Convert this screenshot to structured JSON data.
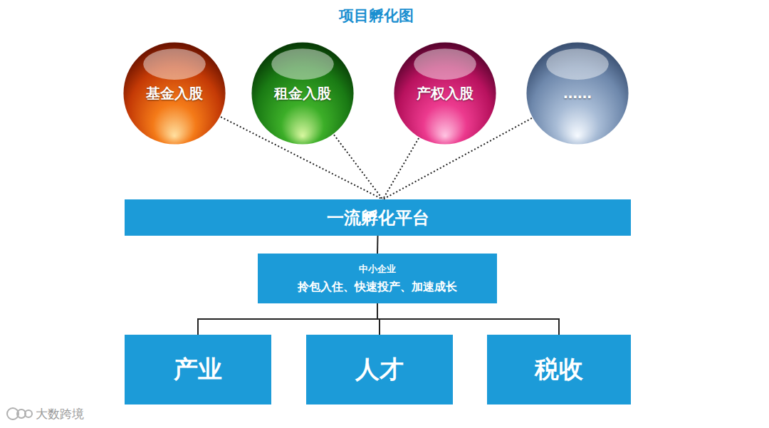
{
  "diagram": {
    "title": "项目孵化图",
    "nodes": [
      {
        "text": [
          "基金入股"
        ]
      },
      {
        "text": [
          "租金入股"
        ]
      },
      {
        "text": [
          "产权入股"
        ]
      },
      {
        "text": [
          "……"
        ]
      },
      {
        "text": [
          "一流孵化平台"
        ]
      },
      {
        "text": [
          "中小企业",
          "拎包入住、快速投产、加速成长"
        ]
      },
      {
        "text": [
          "产业"
        ]
      },
      {
        "text": [
          "人才"
        ]
      },
      {
        "text": [
          "税收"
        ]
      }
    ],
    "edges": [
      {
        "from": 0,
        "to": 4,
        "arrow": "none"
      },
      {
        "from": 1,
        "to": 4,
        "arrow": "none"
      },
      {
        "from": 2,
        "to": 4,
        "arrow": "none"
      },
      {
        "from": 3,
        "to": 4,
        "arrow": "none"
      },
      {
        "from": 4,
        "to": 5,
        "arrow": "none"
      },
      {
        "from": 5,
        "to": 6,
        "arrow": "none"
      },
      {
        "from": 5,
        "to": 7,
        "arrow": "none"
      },
      {
        "from": 5,
        "to": 8,
        "arrow": "none"
      }
    ],
    "labels": [
      "大数跨境"
    ]
  }
}
